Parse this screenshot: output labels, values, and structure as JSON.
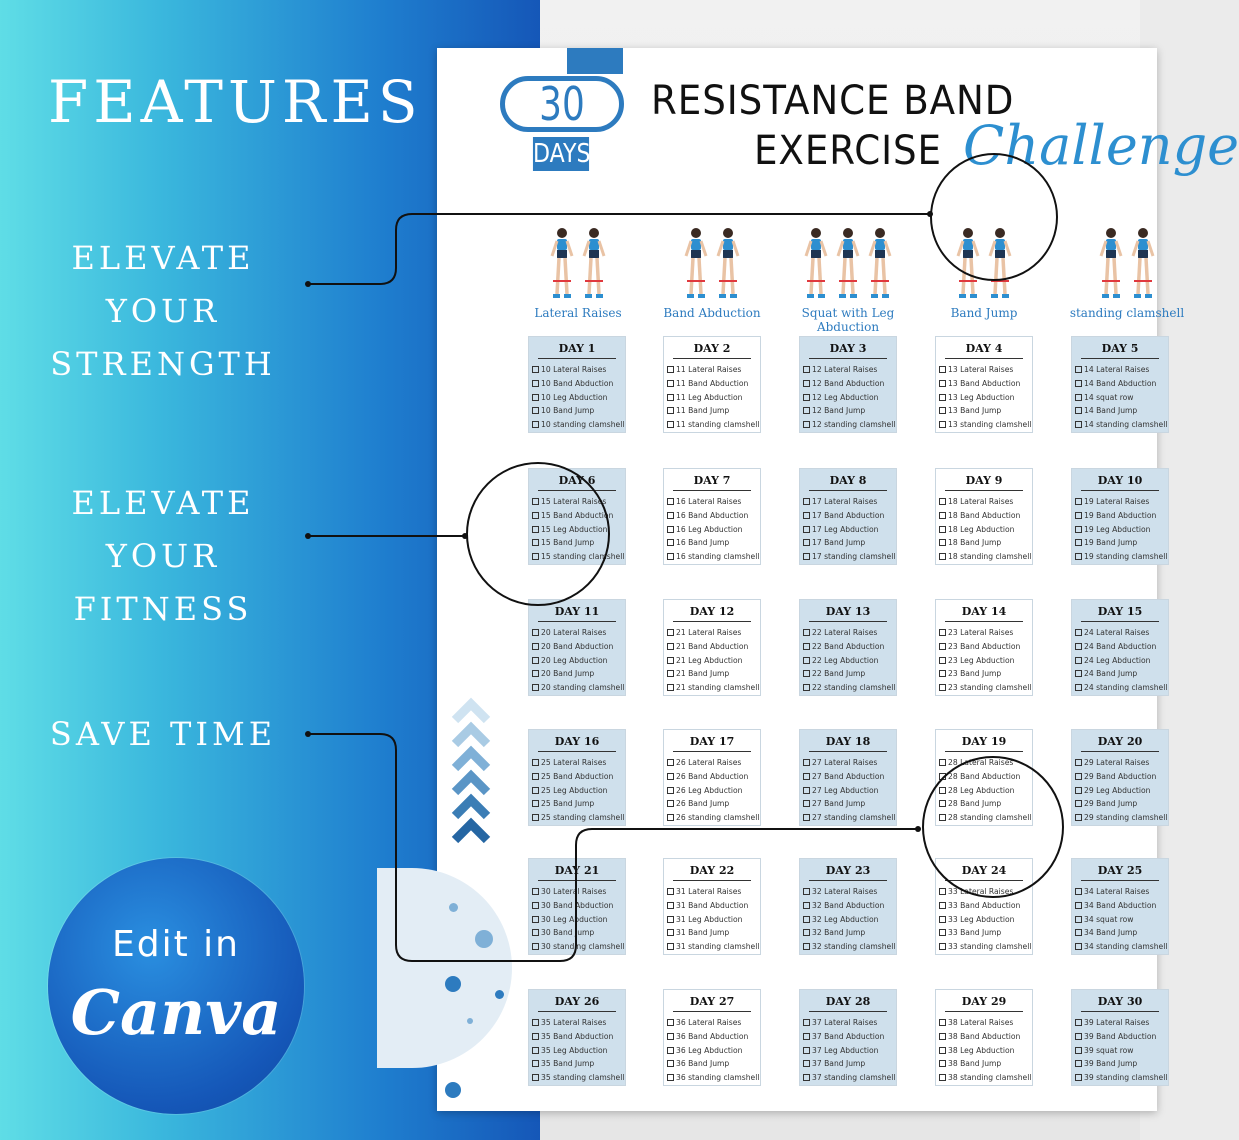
{
  "left_panel": {
    "heading": "FEATURES",
    "features": [
      {
        "line1": "ELEVATE YOUR",
        "line2": "STRENGTH"
      },
      {
        "line1": "ELEVATE",
        "line2": "YOUR FITNESS"
      },
      {
        "line1": "SAVE TIME",
        "line2": ""
      }
    ],
    "badge": {
      "line1": "Edit in",
      "line2": "Canva"
    }
  },
  "sheet": {
    "badge_number": "30",
    "badge_days": "DAYS",
    "title_line1": "RESISTANCE BAND",
    "title_line2": "EXERCISE",
    "title_script": "Challenge",
    "exercises": [
      {
        "label": "Lateral Raises",
        "icon": "lateral-raises-figures"
      },
      {
        "label": "Band Abduction",
        "icon": "band-abduction-figures"
      },
      {
        "label": "Squat with Leg Abduction",
        "icon": "squat-leg-abduction-figures"
      },
      {
        "label": "Band Jump",
        "icon": "band-jump-figures"
      },
      {
        "label": "standing clamshell",
        "icon": "standing-clamshell-figures"
      }
    ],
    "days": [
      {
        "title": "DAY 1",
        "lines": [
          "10 Lateral Raises",
          "10 Band Abduction",
          "10 Leg Abduction",
          "10 Band Jump",
          "10 standing clamshell"
        ]
      },
      {
        "title": "DAY 2",
        "lines": [
          "11 Lateral Raises",
          "11 Band Abduction",
          "11 Leg Abduction",
          "11 Band Jump",
          "11 standing clamshell"
        ]
      },
      {
        "title": "DAY 3",
        "lines": [
          "12 Lateral Raises",
          "12 Band Abduction",
          "12 Leg Abduction",
          "12 Band Jump",
          "12 standing clamshell"
        ]
      },
      {
        "title": "DAY 4",
        "lines": [
          "13 Lateral Raises",
          "13 Band Abduction",
          "13 Leg Abduction",
          "13 Band Jump",
          "13 standing clamshell"
        ]
      },
      {
        "title": "DAY 5",
        "lines": [
          "14 Lateral Raises",
          "14 Band Abduction",
          "14 squat row",
          "14 Band Jump",
          "14 standing clamshell"
        ]
      },
      {
        "title": "DAY 6",
        "lines": [
          "15 Lateral Raises",
          "15 Band Abduction",
          "15 Leg Abduction",
          "15 Band Jump",
          "15 standing clamshell"
        ]
      },
      {
        "title": "DAY 7",
        "lines": [
          "16 Lateral Raises",
          "16 Band Abduction",
          "16 Leg Abduction",
          "16 Band Jump",
          "16 standing clamshell"
        ]
      },
      {
        "title": "DAY 8",
        "lines": [
          "17 Lateral Raises",
          "17 Band Abduction",
          "17 Leg Abduction",
          "17 Band Jump",
          "17 standing clamshell"
        ]
      },
      {
        "title": "DAY 9",
        "lines": [
          "18 Lateral Raises",
          "18 Band Abduction",
          "18 Leg Abduction",
          "18 Band Jump",
          "18 standing clamshell"
        ]
      },
      {
        "title": "DAY 10",
        "lines": [
          "19 Lateral Raises",
          "19 Band Abduction",
          "19 Leg Abduction",
          "19 Band Jump",
          "19 standing clamshell"
        ]
      },
      {
        "title": "DAY 11",
        "lines": [
          "20 Lateral Raises",
          "20 Band Abduction",
          "20 Leg Abduction",
          "20 Band Jump",
          "20 standing clamshell"
        ]
      },
      {
        "title": "DAY 12",
        "lines": [
          "21 Lateral Raises",
          "21 Band Abduction",
          "21 Leg Abduction",
          "21 Band Jump",
          "21 standing clamshell"
        ]
      },
      {
        "title": "DAY 13",
        "lines": [
          "22 Lateral Raises",
          "22 Band Abduction",
          "22 Leg Abduction",
          "22 Band Jump",
          "22 standing clamshell"
        ]
      },
      {
        "title": "DAY 14",
        "lines": [
          "23 Lateral Raises",
          "23 Band Abduction",
          "23 Leg Abduction",
          "23 Band Jump",
          "23 standing clamshell"
        ]
      },
      {
        "title": "DAY 15",
        "lines": [
          "24 Lateral Raises",
          "24 Band Abduction",
          "24 Leg Abduction",
          "24 Band Jump",
          "24 standing clamshell"
        ]
      },
      {
        "title": "DAY 16",
        "lines": [
          "25 Lateral Raises",
          "25 Band Abduction",
          "25 Leg Abduction",
          "25 Band Jump",
          "25 standing clamshell"
        ]
      },
      {
        "title": "DAY 17",
        "lines": [
          "26 Lateral Raises",
          "26 Band Abduction",
          "26 Leg Abduction",
          "26 Band Jump",
          "26 standing clamshell"
        ]
      },
      {
        "title": "DAY 18",
        "lines": [
          "27 Lateral Raises",
          "27 Band Abduction",
          "27 Leg Abduction",
          "27 Band Jump",
          "27 standing clamshell"
        ]
      },
      {
        "title": "DAY 19",
        "lines": [
          "28 Lateral Raises",
          "28 Band Abduction",
          "28 Leg Abduction",
          "28 Band Jump",
          "28 standing clamshell"
        ]
      },
      {
        "title": "DAY 20",
        "lines": [
          "29 Lateral Raises",
          "29 Band Abduction",
          "29 Leg Abduction",
          "29 Band Jump",
          "29 standing clamshell"
        ]
      },
      {
        "title": "DAY 21",
        "lines": [
          "30 Lateral Raises",
          "30 Band Abduction",
          "30 Leg Abduction",
          "30 Band Jump",
          "30 standing clamshell"
        ]
      },
      {
        "title": "DAY 22",
        "lines": [
          "31 Lateral Raises",
          "31 Band Abduction",
          "31 Leg Abduction",
          "31 Band Jump",
          "31 standing clamshell"
        ]
      },
      {
        "title": "DAY 23",
        "lines": [
          "32 Lateral Raises",
          "32 Band Abduction",
          "32 Leg Abduction",
          "32 Band Jump",
          "32 standing clamshell"
        ]
      },
      {
        "title": "DAY 24",
        "lines": [
          "33 Lateral Raises",
          "33 Band Abduction",
          "33 Leg Abduction",
          "33 Band Jump",
          "33 standing clamshell"
        ]
      },
      {
        "title": "DAY 25",
        "lines": [
          "34 Lateral Raises",
          "34 Band Abduction",
          "34 squat row",
          "34 Band Jump",
          "34 standing clamshell"
        ]
      },
      {
        "title": "DAY 26",
        "lines": [
          "35 Lateral Raises",
          "35 Band Abduction",
          "35 Leg Abduction",
          "35 Band Jump",
          "35 standing clamshell"
        ]
      },
      {
        "title": "DAY 27",
        "lines": [
          "36 Lateral Raises",
          "36 Band Abduction",
          "36 Leg Abduction",
          "36 Band Jump",
          "36 standing clamshell"
        ]
      },
      {
        "title": "DAY 28",
        "lines": [
          "37 Lateral Raises",
          "37 Band Abduction",
          "37 Leg Abduction",
          "37 Band Jump",
          "37 standing clamshell"
        ]
      },
      {
        "title": "DAY 29",
        "lines": [
          "38 Lateral Raises",
          "38 Band Abduction",
          "38 Leg Abduction",
          "38 Band Jump",
          "38 standing clamshell"
        ]
      },
      {
        "title": "DAY 30",
        "lines": [
          "39 Lateral Raises",
          "39 Band Abduction",
          "39 squat row",
          "39 Band Jump",
          "39 standing clamshell"
        ]
      }
    ]
  },
  "colors": {
    "gradient_start": "#5fdde6",
    "gradient_end": "#1557b8",
    "accent_blue": "#2d7bbf",
    "card_highlight": "#cfe0ec"
  }
}
